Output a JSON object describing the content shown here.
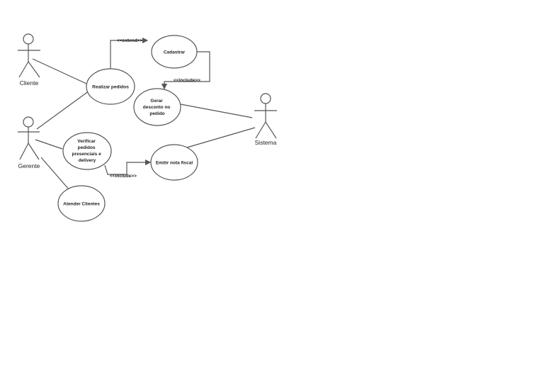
{
  "actors": {
    "cliente": "Cliente",
    "gerente": "Gerente",
    "sistema": "Sistema"
  },
  "use_cases": {
    "realizar_pedidos": [
      "Realizar pedidos"
    ],
    "cadastrar": [
      "Cadastrar"
    ],
    "gerar_desconto": [
      "Gerar",
      "desconto no",
      "pedido"
    ],
    "verificar_pedidos": [
      "Verificar",
      "pedidos",
      "presenciais e",
      "delivery"
    ],
    "emitir_nota": [
      "Emitir nota fiscal"
    ],
    "atender_clientes": [
      "Atender Clientes"
    ]
  },
  "relations": {
    "extend": "<<extend>>",
    "include_cadastrar": "<<include>>",
    "include_verificar": "<<include>>"
  }
}
